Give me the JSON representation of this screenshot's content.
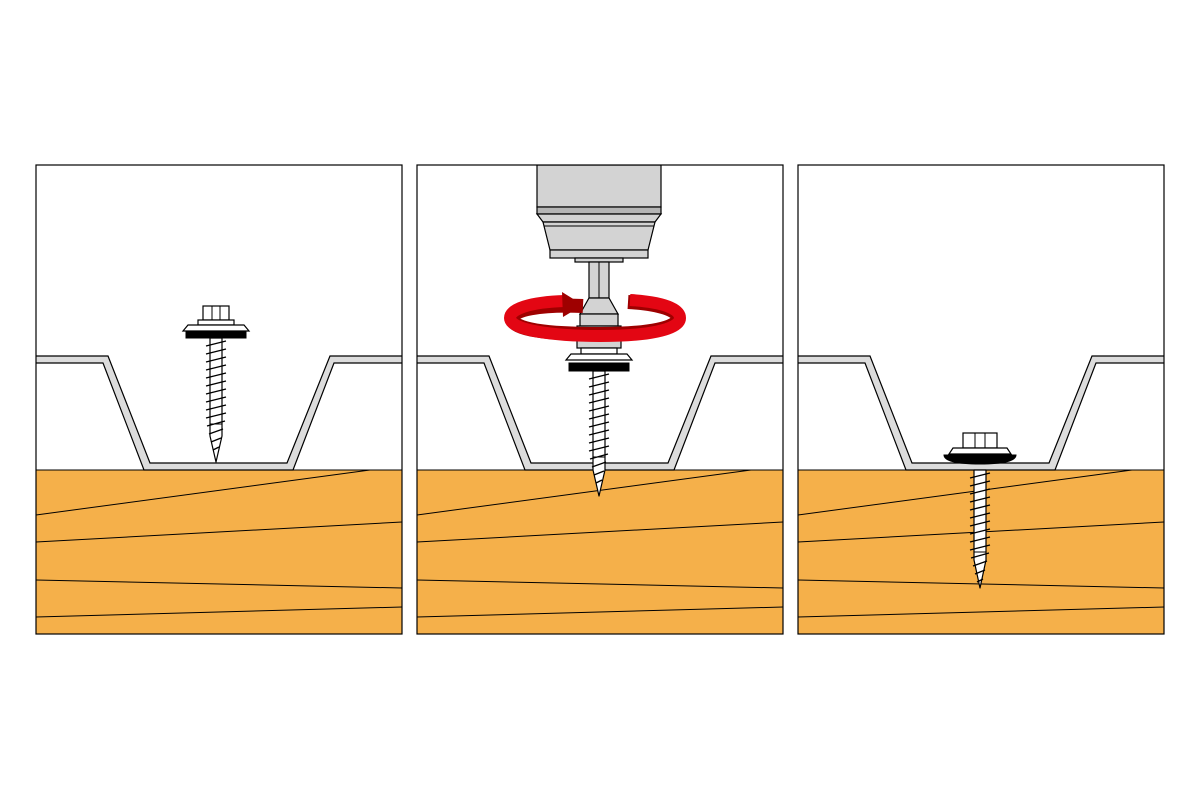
{
  "diagram": {
    "title": "",
    "steps": [
      {
        "id": "step-1",
        "screw_state": "positioned"
      },
      {
        "id": "step-2",
        "screw_state": "driving",
        "tool": "drill-driver-icon",
        "motion": "rotation-arrow-icon"
      },
      {
        "id": "step-3",
        "screw_state": "fastened"
      }
    ],
    "colors": {
      "background": "#ffffff",
      "outline": "#000000",
      "wood_fill": "#f5b04a",
      "sheet_fill": "#dcdcdc",
      "drill_body": "#d3d3d3",
      "drill_band": "#b5b5b5",
      "rotation_arrow": "#e30613",
      "rotation_arrow_shade": "#9e0000",
      "screw_head_fill": "#ffffff",
      "washer_seal": "#000000"
    }
  }
}
